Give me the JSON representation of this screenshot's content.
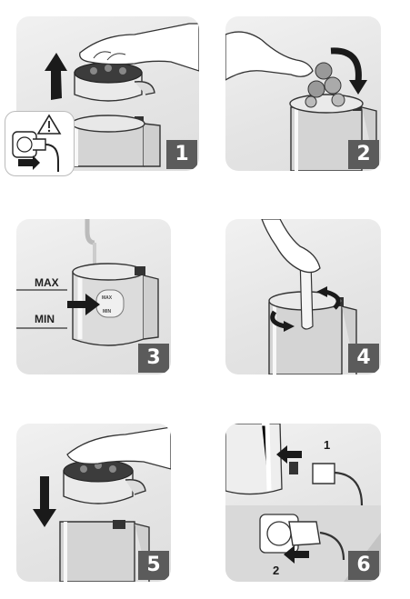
{
  "steps": [
    {
      "number": "1"
    },
    {
      "number": "2"
    },
    {
      "number": "3",
      "max_label": "MAX",
      "min_label": "MIN",
      "kettle_max": "MAX",
      "kettle_min": "MIN"
    },
    {
      "number": "4"
    },
    {
      "number": "5"
    },
    {
      "number": "6",
      "arrow_1": "1",
      "arrow_2": "2"
    }
  ],
  "icons": [
    "warning-icon",
    "wall-socket-icon",
    "up-arrow-icon",
    "down-arrow-icon",
    "rotate-arrow-icon",
    "plug-icon"
  ],
  "colors": {
    "panel_bg": "#e6e6e6",
    "badge_bg": "#5b5b5b",
    "badge_text": "#ffffff",
    "arrow": "#1a1a1a"
  }
}
